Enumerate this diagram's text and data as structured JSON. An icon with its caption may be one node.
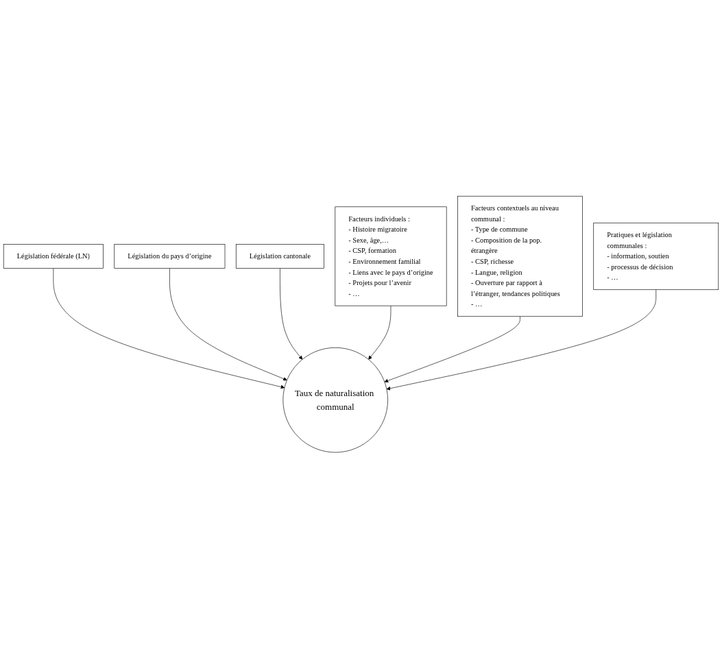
{
  "diagram": {
    "nodes": [
      {
        "text": [
          "Législation fédérale (LN)"
        ]
      },
      {
        "text": [
          "Législation du pays d’origine"
        ]
      },
      {
        "text": [
          "Législation cantonale"
        ]
      },
      {
        "text": [
          "Facteurs individuels :",
          "- Histoire migratoire",
          "- Sexe, âge,…",
          "- CSP, formation",
          "- Environnement familial",
          "- Liens avec le pays d’origine",
          "- Projets pour l’avenir",
          "- …"
        ]
      },
      {
        "text": [
          "Taux de naturalisation communal"
        ]
      },
      {
        "text": [
          "Facteurs contextuels au niveau communal :",
          "- Type de commune",
          "- Composition de la pop. étrangère",
          "- CSP, richesse",
          "- Langue, religion",
          "- Ouverture par rapport à l’étranger, tendances politiques",
          "- …"
        ]
      },
      {
        "text": [
          "Pratiques et législation communales :",
          "- information, soutien",
          "- processus de décision",
          "- …"
        ]
      }
    ],
    "edges": [
      {
        "from": 0,
        "to": 4,
        "arrow": "to"
      },
      {
        "from": 1,
        "to": 4,
        "arrow": "to"
      },
      {
        "from": 2,
        "to": 4,
        "arrow": "to"
      },
      {
        "from": 3,
        "to": 4,
        "arrow": "to"
      },
      {
        "from": 5,
        "to": 4,
        "arrow": "to"
      },
      {
        "from": 6,
        "to": 4,
        "arrow": "to"
      }
    ]
  }
}
